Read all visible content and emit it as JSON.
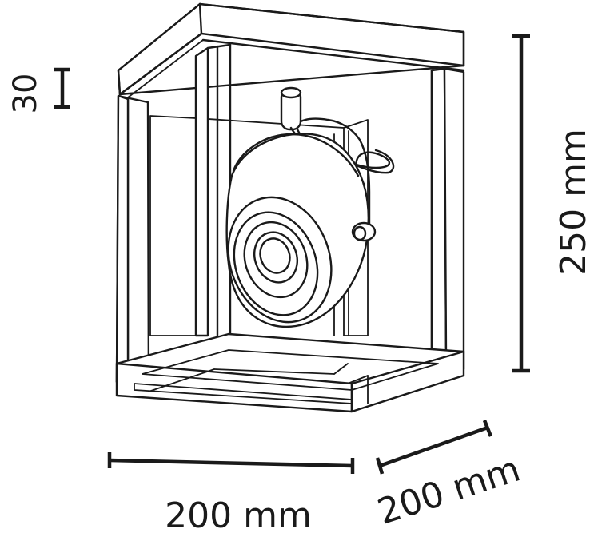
{
  "diagram": {
    "dimensions": {
      "top_thickness": "30",
      "height": "250 mm",
      "width": "200 mm",
      "depth": "200 mm"
    }
  }
}
